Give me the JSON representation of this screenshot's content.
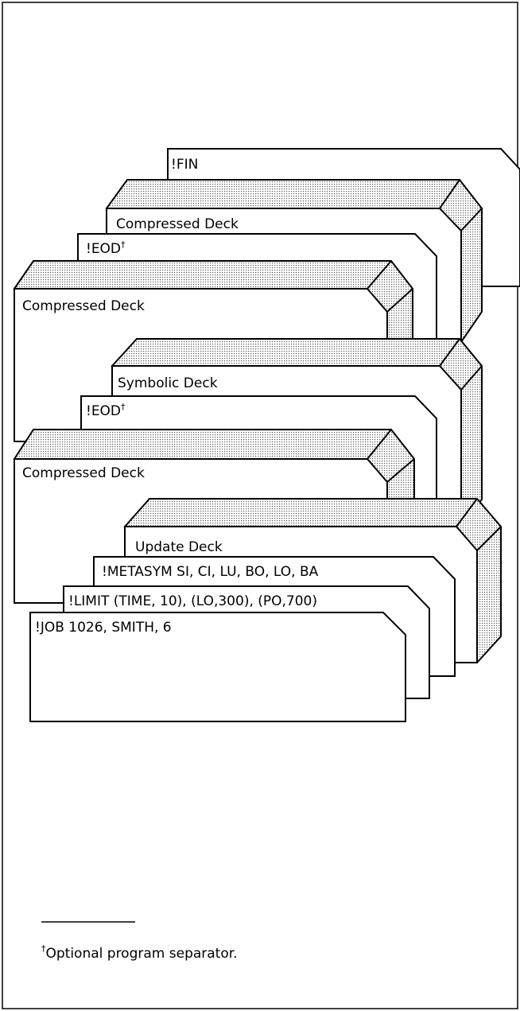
{
  "diagram": {
    "cards": {
      "fin": "!FIN",
      "compressed_deck_top": "Compressed Deck",
      "eod_top": "!EOD",
      "compressed_deck_mid": "Compressed Deck",
      "symbolic_deck": "Symbolic Deck",
      "eod_mid": "!EOD",
      "compressed_deck_low": "Compressed Deck",
      "update_deck": "Update Deck",
      "metasym": "!METASYM SI, CI, LU, BO, LO, BA",
      "limit": "!LIMIT (TIME, 10), (LO,300), (PO,700)",
      "job": "!JOB 1026, SMITH, 6"
    },
    "dagger": "†"
  },
  "footnote": {
    "mark": "†",
    "text": "Optional program separator."
  }
}
